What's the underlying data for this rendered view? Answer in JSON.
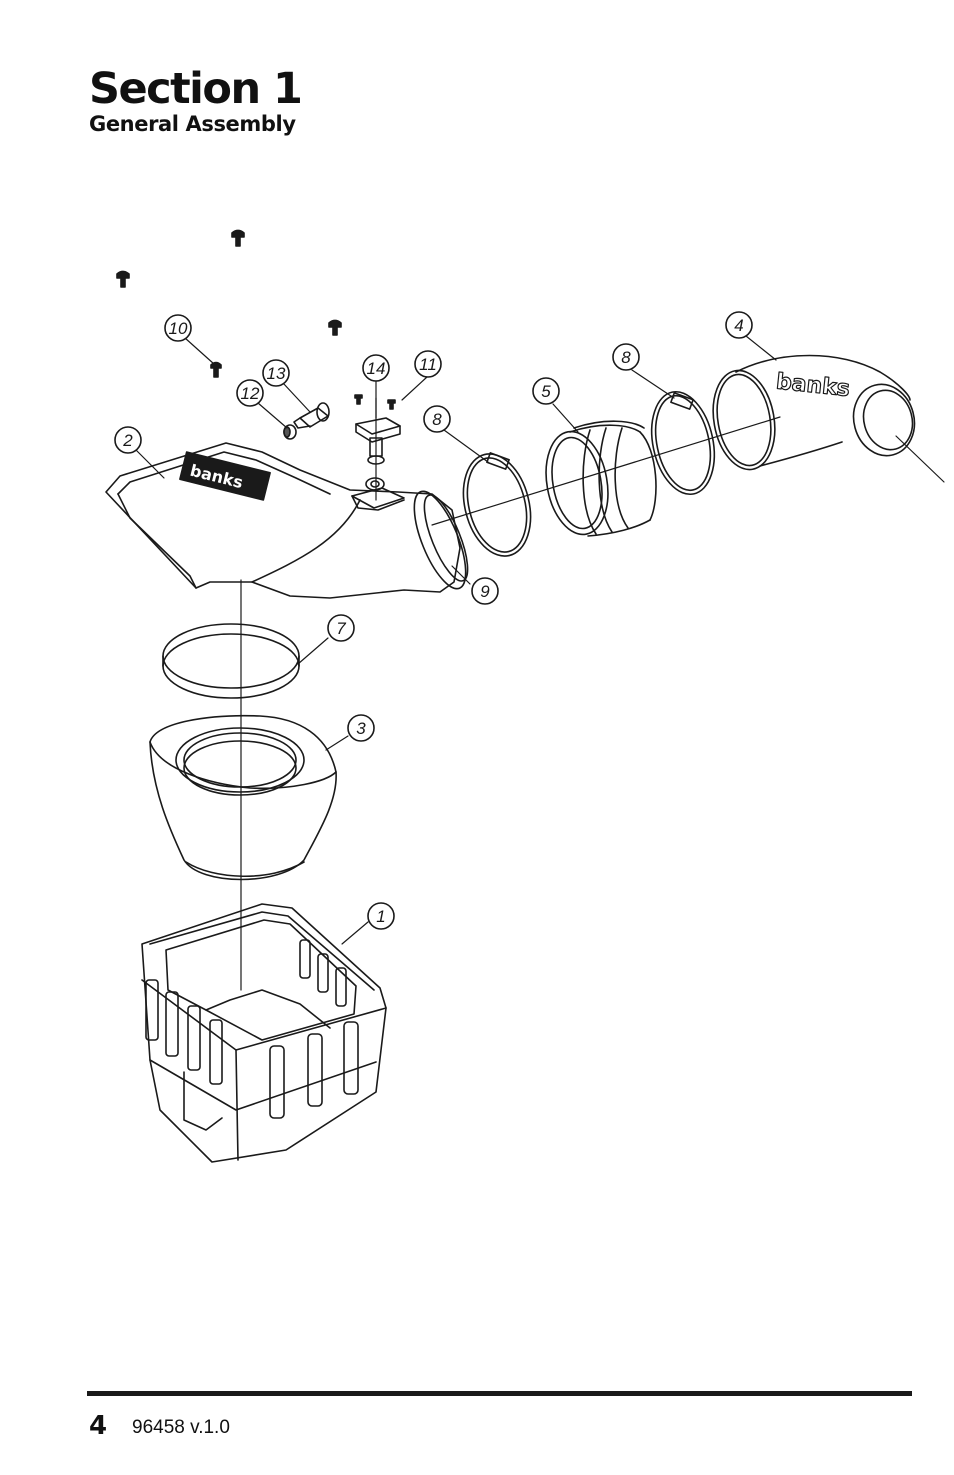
{
  "header": {
    "title": "Section 1",
    "subtitle": "General Assembly"
  },
  "diagram": {
    "callouts": [
      "10",
      "13",
      "14",
      "11",
      "12",
      "2",
      "8",
      "5",
      "8",
      "4",
      "9",
      "7",
      "3",
      "1"
    ],
    "logo_text": "banks"
  },
  "footer": {
    "page_number": "4",
    "doc_version": "96458 v.1.0"
  }
}
